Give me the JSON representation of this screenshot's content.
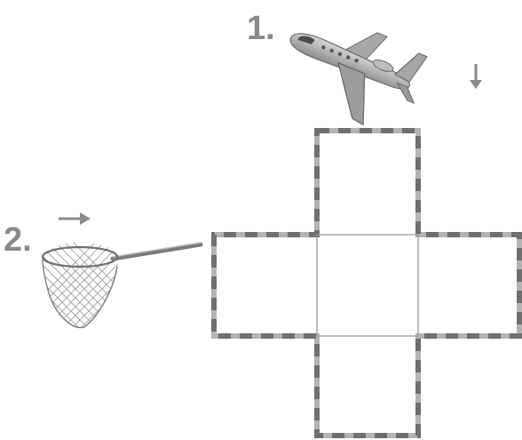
{
  "steps": [
    {
      "label": "1.",
      "object": "airplane-icon",
      "arrow": "down-arrow-icon"
    },
    {
      "label": "2.",
      "object": "butterfly-net-icon",
      "arrow": "right-arrow-icon"
    }
  ],
  "net": {
    "face_count": 5,
    "layout": "cross"
  },
  "colors": {
    "ink": "#8a8a8a",
    "net_border_light": "#b0b0b0",
    "net_border_dark": "#6f6f6f",
    "inner_fold_line": "#9a9a9a",
    "plane_body": "#b9b9b9"
  }
}
